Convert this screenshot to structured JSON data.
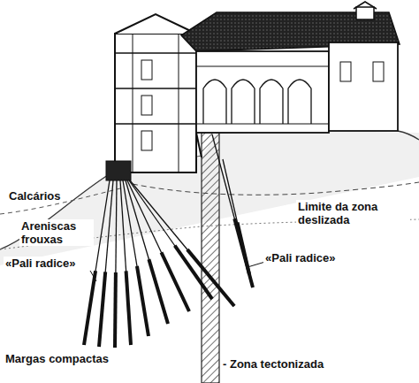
{
  "diagram": {
    "labels": [
      "Calcários",
      "Limite da zona deslizada",
      "Areniscas frouxas",
      "«Pali radice»",
      "«Pali radice»",
      "Margas compactas",
      "- Zona tectonizada"
    ]
  }
}
